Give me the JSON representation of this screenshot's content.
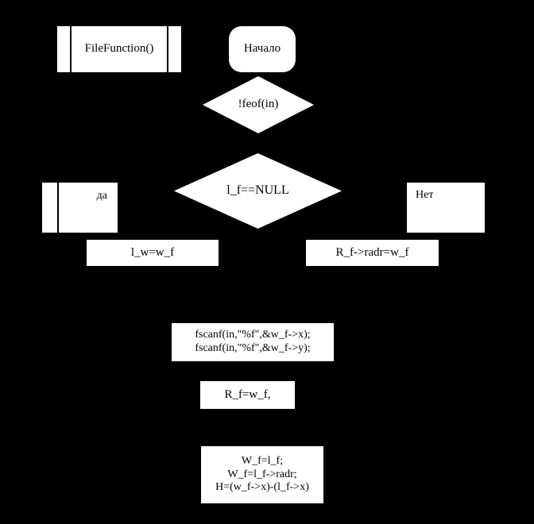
{
  "diagram": {
    "title": "FileFunction() flowchart",
    "background_color": "#000000",
    "shape_fill_color": "#ffffff",
    "text_color": "#000000"
  },
  "nodes": {
    "subroutine_filefunction": {
      "label": "FileFunction()",
      "shape": "predefined-process"
    },
    "terminator_start": {
      "label": "Начало",
      "shape": "terminator"
    },
    "decision_feof": {
      "label": "!feof(in)",
      "shape": "decision"
    },
    "decision_lf_null": {
      "label": "l_f==NULL",
      "shape": "decision"
    },
    "branch_yes": {
      "label": "да",
      "shape": "predefined-process"
    },
    "branch_no": {
      "label": "Нет",
      "shape": "process"
    },
    "process_lw": {
      "label": "l_w=w_f",
      "shape": "process"
    },
    "process_rf_radr": {
      "label": "R_f->radr=w_f",
      "shape": "process"
    },
    "process_fscanf": {
      "shape": "process",
      "lines": [
        "fscanf(in,\"%f\",&w_f->x);",
        "fscanf(in,\"%f\",&w_f->y);"
      ]
    },
    "process_rf_assign": {
      "label": "R_f=w_f,",
      "shape": "process"
    },
    "process_wf_block": {
      "shape": "process",
      "lines": [
        "W_f=l_f;",
        "W_f=l_f->radr;",
        "H=(w_f->x)-(l_f->x)"
      ]
    }
  }
}
